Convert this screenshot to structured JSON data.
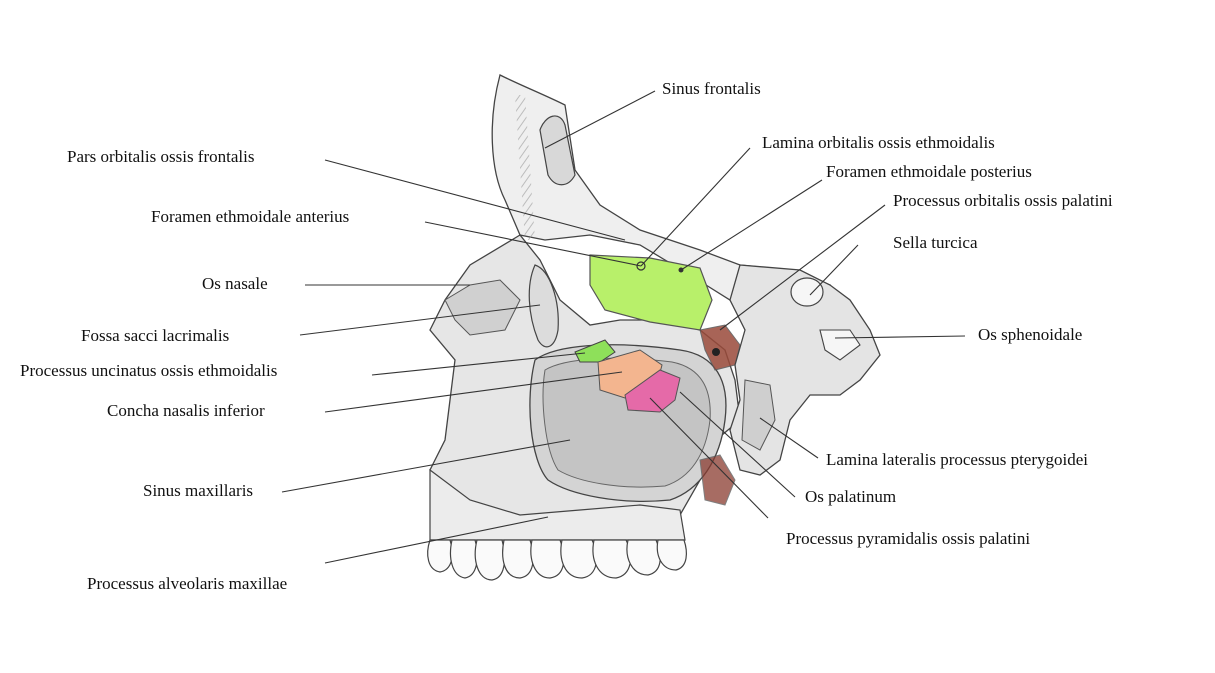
{
  "labels": {
    "sinus_frontalis": "Sinus frontalis",
    "lamina_orbitalis": "Lamina orbitalis ossis ethmoidalis",
    "pars_orbitalis": "Pars orbitalis ossis frontalis",
    "foramen_posterius": "Foramen ethmoidale posterius",
    "processus_orbitalis": "Processus orbitalis ossis palatini",
    "foramen_anterius": "Foramen ethmoidale anterius",
    "sella_turcica": "Sella turcica",
    "os_nasale": "Os nasale",
    "fossa_sacci": "Fossa sacci lacrimalis",
    "os_sphenoidale": "Os sphenoidale",
    "processus_uncinatus": "Processus uncinatus ossis ethmoidalis",
    "concha_inferior": "Concha nasalis inferior",
    "lamina_lateralis": "Lamina lateralis processus pterygoidei",
    "sinus_maxillaris": "Sinus maxillaris",
    "os_palatinum": "Os palatinum",
    "processus_pyramidalis": "Processus pyramidalis ossis palatini",
    "processus_alveolaris": "Processus alveolaris maxillae"
  },
  "colors": {
    "lamina_orbitalis_ethmoid": "#b8f06a",
    "processus_uncinatus": "#8ee05a",
    "concha_inferior": "#f3b58f",
    "os_palatinum": "#e56aa8",
    "processus_orbitalis_palatini": "#9a4a3a",
    "processus_pyramidalis": "#8a3b30",
    "bone_shading": "#bdbdbd",
    "line": "#333333"
  }
}
